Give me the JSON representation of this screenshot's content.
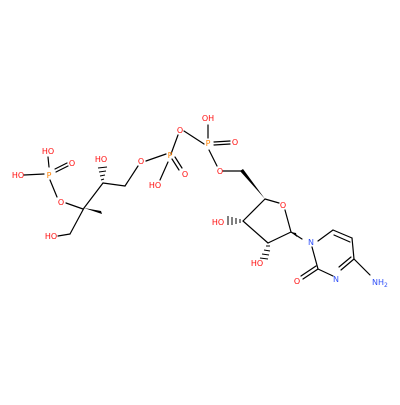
{
  "molecule": {
    "colors": {
      "bond": "#000000",
      "oxygen": "#ff0d0d",
      "nitrogen": "#3050f8",
      "phosphorus": "#ff8000",
      "background": "#ffffff"
    },
    "labels": {
      "p_ho_top": "HO",
      "p_ho_left": "HO",
      "p_o_dbl": "O",
      "o_c3": "O",
      "ho_c2": "HO",
      "ho_ch2": "HO",
      "o_c1": "O",
      "o_bridge": "O",
      "p2_o_dbl": "O",
      "p2_ho": "HO",
      "p3_oh": "OH",
      "p3_o_dbl": "O",
      "o5p": "O",
      "o_ring": "O",
      "ho_3p": "HO",
      "ho_2p": "HO",
      "n1": "N",
      "n3": "N",
      "o2": "O",
      "nh2": "NH",
      "nh2_sub": "2",
      "p1": "P",
      "p2": "P",
      "p3": "P"
    }
  }
}
